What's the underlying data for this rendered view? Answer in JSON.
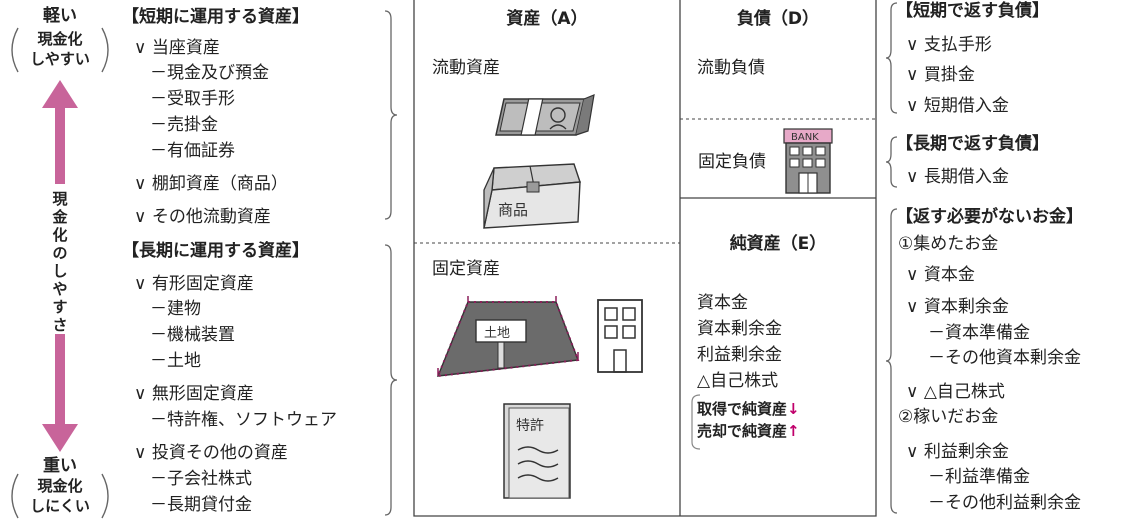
{
  "colors": {
    "arrow": "#c8649a",
    "accent": "#c0006b",
    "line": "#444444",
    "bracket": "#666666",
    "sketch": "#555555"
  },
  "left_scale": {
    "top_label": "軽い",
    "top_sub": [
      "現金化",
      "しやすい"
    ],
    "axis_label": [
      "現",
      "金",
      "化",
      "の",
      "し",
      "や",
      "す",
      "さ"
    ],
    "bottom_label": "重い",
    "bottom_sub": [
      "現金化",
      "しにくい"
    ]
  },
  "assets_list": {
    "short_term": {
      "header": "【短期に運用する資産】",
      "items": [
        "∨ 当座資産",
        "－現金及び預金",
        "－受取手形",
        "－売掛金",
        "－有価証券",
        "∨ 棚卸資産（商品）",
        "∨ その他流動資産"
      ]
    },
    "long_term": {
      "header": "【長期に運用する資産】",
      "items": [
        "∨ 有形固定資産",
        "－建物",
        "－機械装置",
        "－土地",
        "∨ 無形固定資産",
        "－特許権、ソフトウェア",
        "∨ 投資その他の資産",
        "－子会社株式",
        "－長期貸付金"
      ]
    }
  },
  "balance_sheet": {
    "assets_header": "資産（A）",
    "liabilities_header": "負債（D）",
    "current_assets": "流動資産",
    "fixed_assets": "固定資産",
    "current_liabilities": "流動負債",
    "fixed_liabilities": "固定負債",
    "net_assets_header": "純資産（E）",
    "net_assets_items": [
      "資本金",
      "資本剰余金",
      "利益剰余金",
      "△自己株式"
    ],
    "treasury_note": [
      "取得で純資産↓",
      "売却で純資産↑"
    ],
    "icon_texts": {
      "product": "商品",
      "land": "土地",
      "patent": "特許",
      "bank": "BANK"
    }
  },
  "liabilities_list": {
    "short_term": {
      "header": "【短期で返す負債】",
      "items": [
        "∨ 支払手形",
        "∨ 買掛金",
        "∨ 短期借入金"
      ]
    },
    "long_term": {
      "header": "【長期で返す負債】",
      "items": [
        "∨ 長期借入金"
      ]
    }
  },
  "equity_list": {
    "header": "【返す必要がないお金】",
    "items": [
      "①集めたお金",
      "∨ 資本金",
      "∨ 資本剰余金",
      "－資本準備金",
      "－その他資本剰余金",
      "∨ △自己株式",
      "②稼いだお金",
      "∨ 利益剰余金",
      "－利益準備金",
      "－その他利益剰余金"
    ]
  }
}
